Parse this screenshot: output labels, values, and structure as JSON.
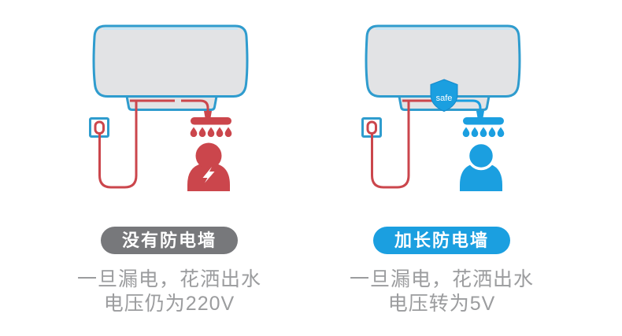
{
  "colors": {
    "red": "#CB464C",
    "blue": "#1B9FE0",
    "outline-blue": "#2F9CCE",
    "tank-fill": "#E2E3E5",
    "tank-highlight": "#C5E7F8",
    "badge-gray": "#77787B",
    "text-gray": "#9B9C9E",
    "shield-edge": "#1489CB"
  },
  "panels": [
    {
      "id": "without-anti-electric-wall",
      "badge": "没有防电墙",
      "caption_line1": "一旦漏电，花洒出水",
      "caption_line2": "电压仍为220V"
    },
    {
      "id": "with-extended-anti-electric-wall",
      "badge": "加长防电墙",
      "caption_line1": "一旦漏电，花洒出水",
      "caption_line2": "电压转为5V",
      "shield_label": "safe"
    }
  ]
}
